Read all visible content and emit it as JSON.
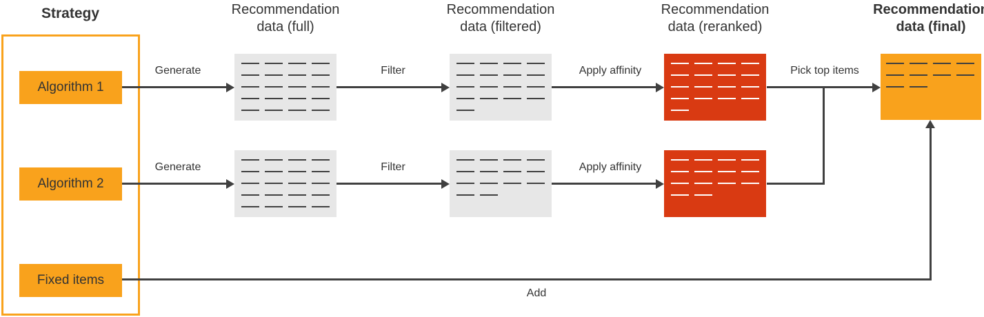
{
  "colors": {
    "bg": "#FFFFFF",
    "orange": "#F9A21C",
    "red": "#D93A12",
    "box-gray": "#E7E7E7",
    "line": "#404040",
    "text": "#333333",
    "dash-dark": "#3F3F3F",
    "dash-light": "#FFFFFF"
  },
  "titles": {
    "strategy": "Strategy",
    "full": [
      "Recommendation",
      "data (full)"
    ],
    "filtered": [
      "Recommendation",
      "data (filtered)"
    ],
    "reranked": [
      "Recommendation",
      "data (reranked)"
    ],
    "final": [
      "Recommendation",
      "data (final)"
    ]
  },
  "strategy_items": {
    "algorithm1": "Algorithm 1",
    "algorithm2": "Algorithm 2",
    "fixed_items": "Fixed items"
  },
  "edge_labels": {
    "generate": "Generate",
    "filter": "Filter",
    "apply_affinity": "Apply affinity",
    "pick_top_items": "Pick top items",
    "add": "Add"
  },
  "data_boxes": {
    "full_algo1": {
      "variant": "gray",
      "dash_rows": [
        4,
        4,
        4,
        4,
        4
      ]
    },
    "filtered_algo1": {
      "variant": "gray",
      "dash_rows": [
        4,
        4,
        4,
        4,
        1
      ]
    },
    "reranked_algo1": {
      "variant": "red",
      "dash_rows": [
        4,
        4,
        4,
        4,
        1
      ]
    },
    "full_algo2": {
      "variant": "gray",
      "dash_rows": [
        4,
        4,
        4,
        4,
        4
      ]
    },
    "filtered_algo2": {
      "variant": "gray",
      "dash_rows": [
        4,
        4,
        4,
        2
      ]
    },
    "reranked_algo2": {
      "variant": "red",
      "dash_rows": [
        4,
        4,
        4,
        2
      ]
    },
    "final": {
      "variant": "orange",
      "dash_rows": [
        4,
        4,
        2
      ]
    }
  }
}
